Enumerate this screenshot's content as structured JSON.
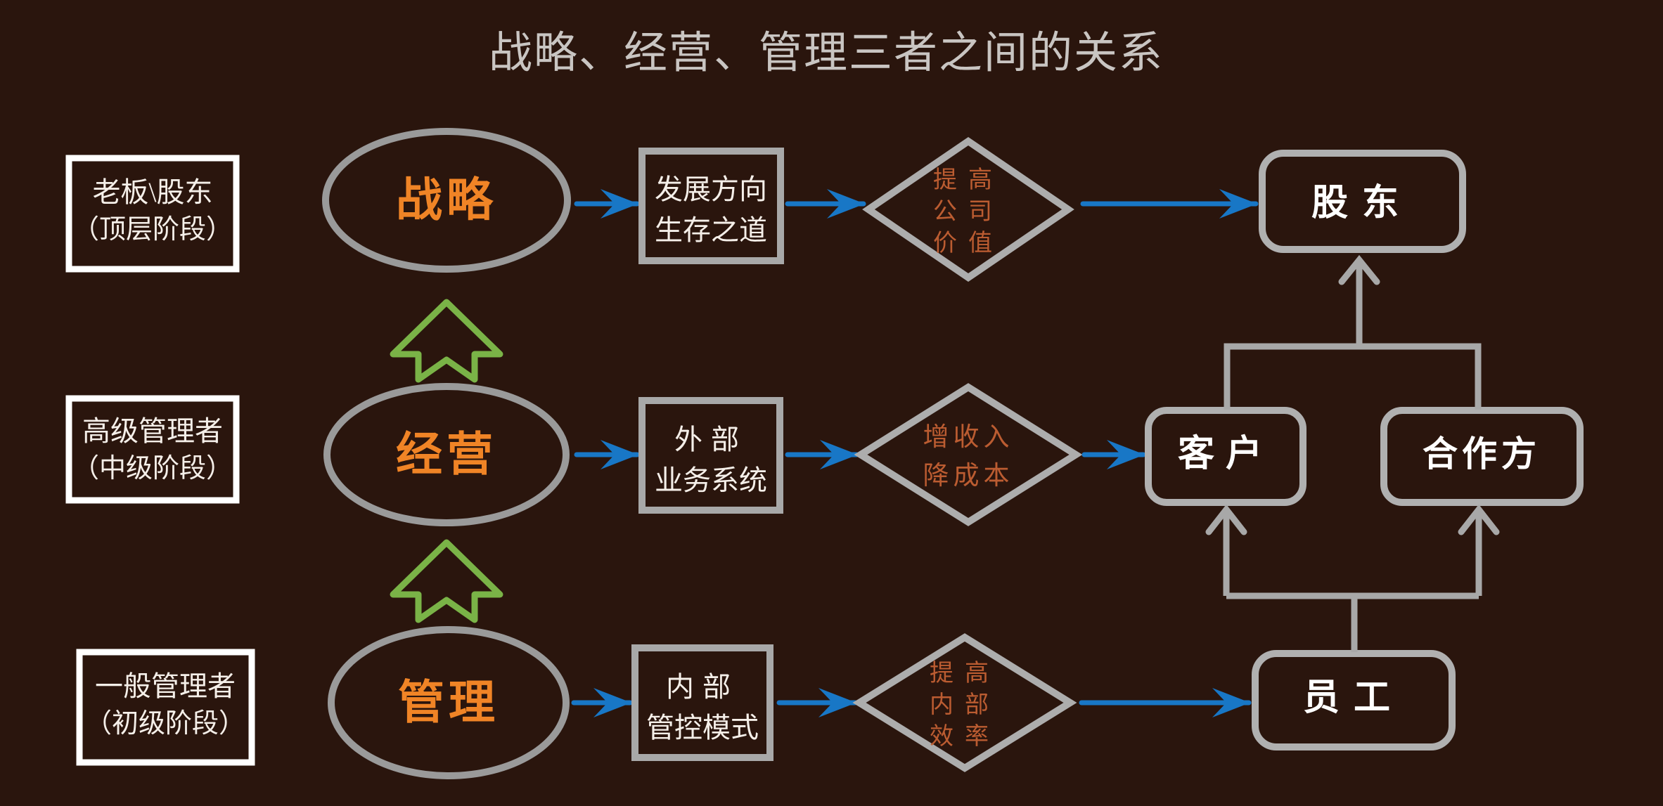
{
  "title": "战略、经营、管理三者之间的关系",
  "rows": [
    {
      "stage": {
        "line1": "老板\\股东",
        "line2": "（顶层阶段）"
      },
      "core": "战略",
      "process": {
        "line1": "发展方向",
        "line2": "生存之道"
      },
      "goal": {
        "line1": "提高",
        "line2": "公司",
        "line3": "价值"
      },
      "outcome": "股东"
    },
    {
      "stage": {
        "line1": "高级管理者",
        "line2": "（中级阶段）"
      },
      "core": "经营",
      "process": {
        "line1": "外部",
        "line2": "业务系统"
      },
      "goal": {
        "line1": "增收入",
        "line2": "降成本"
      },
      "outcome": "客户",
      "outcome2": "合作方"
    },
    {
      "stage": {
        "line1": "一般管理者",
        "line2": "（初级阶段）"
      },
      "core": "管理",
      "process": {
        "line1": "内部",
        "line2": "管控模式"
      },
      "goal": {
        "line1": "提高",
        "line2": "内部",
        "line3": "效率"
      },
      "outcome": "员工"
    }
  ],
  "icons": {
    "flow_arrow": "blue-right-arrow",
    "upgrade_arrow": "green-hollow-up-arrow",
    "link_arrow": "gray-up-arrow"
  },
  "colors": {
    "background": "#2a150d",
    "title_text": "#c9c5c2",
    "shape_border_gray": "#a8a8a8",
    "stage_box_border": "#ffffff",
    "body_text": "#f5efe9",
    "outcome_text": "#ffffff",
    "core_text_orange": "#f08426",
    "goal_text_rust": "#bb5c31",
    "flow_arrow_blue": "#1877c6",
    "up_arrow_green": "#7ab347"
  }
}
